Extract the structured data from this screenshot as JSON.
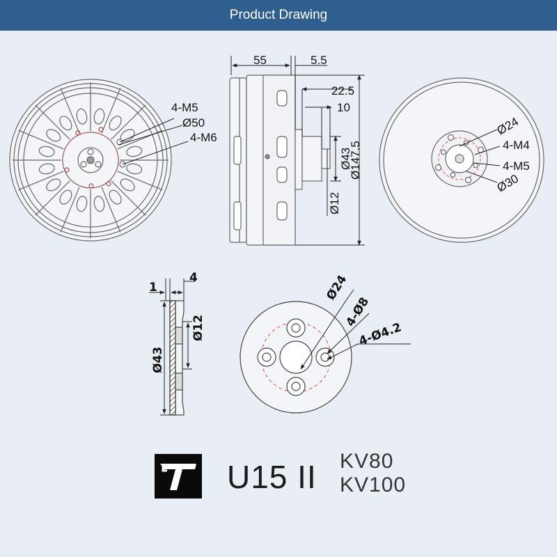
{
  "header": {
    "title": "Product Drawing"
  },
  "colors": {
    "header_bg": "#2e5f8f",
    "page_bg": "#e9eef4",
    "motor_fill": "#f1f3f6",
    "line": "#555555",
    "red_pcd": "#d9534f"
  },
  "motor_front": {
    "labels": {
      "m5": "4-M5",
      "d50": "Ø50",
      "m6": "4-M6"
    }
  },
  "motor_side": {
    "labels": {
      "d55": "55",
      "d5_5": "5.5",
      "d22_5": "22.5",
      "d10": "10",
      "d43": "Ø43",
      "d147_5": "Ø147.5",
      "d12": "Ø12"
    }
  },
  "motor_back": {
    "labels": {
      "d24": "Ø24",
      "m4": "4-M4",
      "m5": "4-M5",
      "d30": "Ø30"
    }
  },
  "mount_side": {
    "labels": {
      "d4": "4",
      "d1": "1",
      "d12": "Ø12",
      "d43": "Ø43"
    }
  },
  "mount_front": {
    "labels": {
      "d24": "Ø24",
      "h8": "4-Ø8",
      "h4_2": "4-Ø4.2"
    }
  },
  "brand": {
    "logo": "T-motor-logo-icon",
    "model": "U15 II",
    "kv1": "KV80",
    "kv2": "KV100"
  }
}
